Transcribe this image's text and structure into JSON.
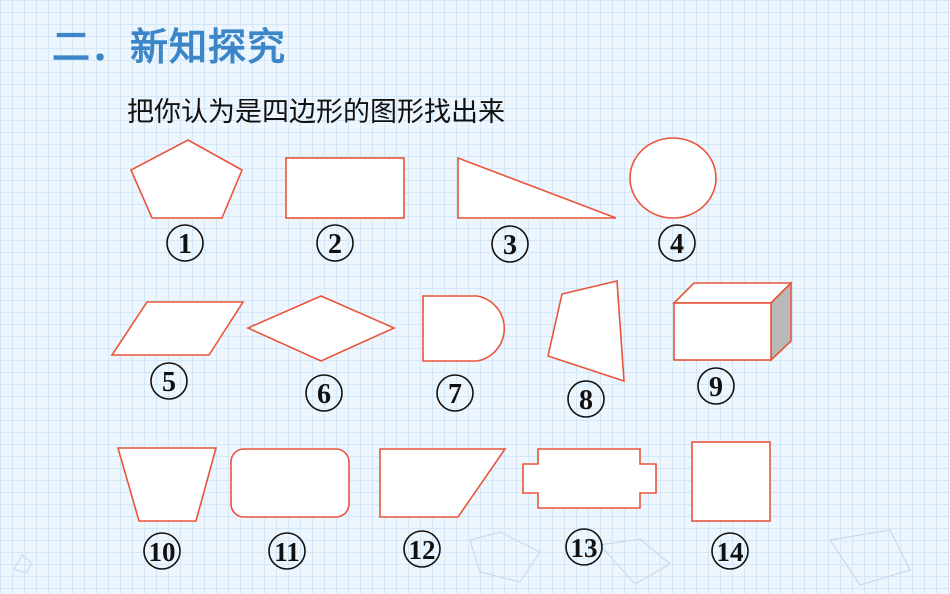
{
  "header": {
    "title": "二．新知探究"
  },
  "prompt": {
    "text": "把你认为是四边形的图形找出来"
  },
  "colors": {
    "title": "#3a86c8",
    "shape_outline": "#e8553a",
    "shape_fill": "#ffffff",
    "prism_side": "#b9b9b9"
  },
  "shapes": [
    {
      "label": "1",
      "kind": "pentagon"
    },
    {
      "label": "2",
      "kind": "rectangle"
    },
    {
      "label": "3",
      "kind": "right-triangle"
    },
    {
      "label": "4",
      "kind": "circle"
    },
    {
      "label": "5",
      "kind": "parallelogram"
    },
    {
      "label": "6",
      "kind": "rhombus"
    },
    {
      "label": "7",
      "kind": "d-shape"
    },
    {
      "label": "8",
      "kind": "irregular-quadrilateral"
    },
    {
      "label": "9",
      "kind": "cuboid"
    },
    {
      "label": "10",
      "kind": "trapezoid"
    },
    {
      "label": "11",
      "kind": "rounded-rectangle"
    },
    {
      "label": "12",
      "kind": "right-trapezoid"
    },
    {
      "label": "13",
      "kind": "notched-rectangle"
    },
    {
      "label": "14",
      "kind": "square"
    }
  ]
}
